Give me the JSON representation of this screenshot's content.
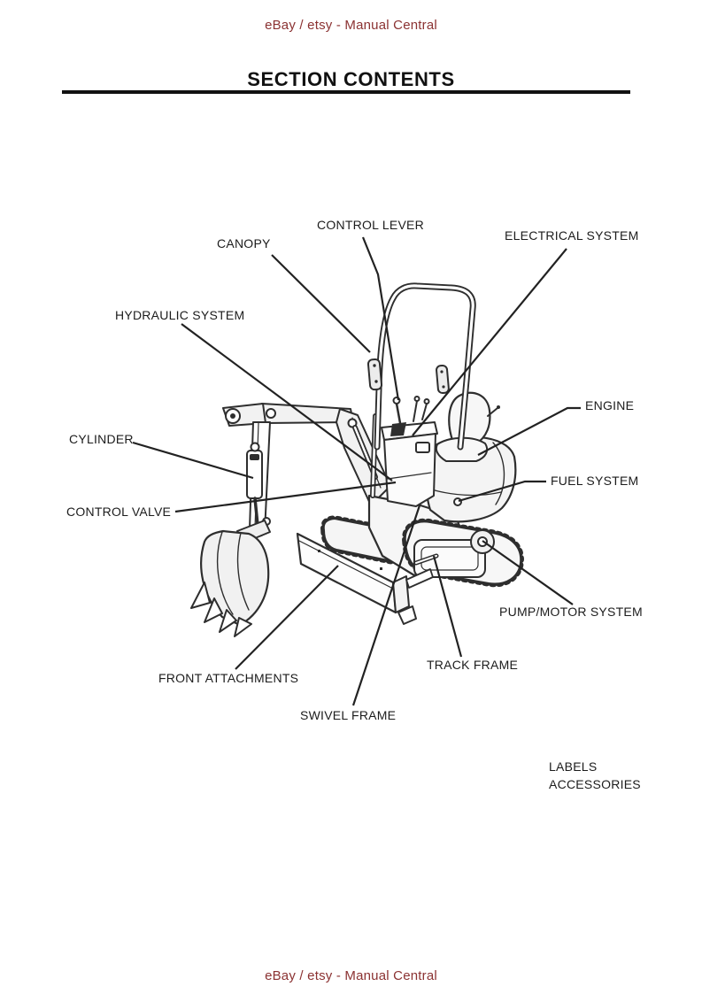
{
  "page": {
    "header_text": "eBay / etsy - Manual Central",
    "title": "SECTION CONTENTS",
    "footer_text": "eBay / etsy - Manual Central"
  },
  "colors": {
    "header_footer": "#8b3232",
    "title": "#111111",
    "label_text": "#1c1c1c",
    "line_art": "#2e2e2e",
    "leader": "#222222",
    "background": "#ffffff"
  },
  "diagram": {
    "subject": "compact-excavator line drawing with callout leader lines",
    "callouts": [
      {
        "label": "CONTROL LEVER"
      },
      {
        "label": "CANOPY"
      },
      {
        "label": "ELECTRICAL SYSTEM"
      },
      {
        "label": "HYDRAULIC SYSTEM"
      },
      {
        "label": "ENGINE"
      },
      {
        "label": "CYLINDER"
      },
      {
        "label": "FUEL SYSTEM"
      },
      {
        "label": "CONTROL VALVE"
      },
      {
        "label": "PUMP/MOTOR SYSTEM"
      },
      {
        "label": "TRACK FRAME"
      },
      {
        "label": "FRONT ATTACHMENTS"
      },
      {
        "label": "SWIVEL FRAME"
      },
      {
        "label": "LABELS"
      },
      {
        "label": "ACCESSORIES"
      }
    ]
  }
}
